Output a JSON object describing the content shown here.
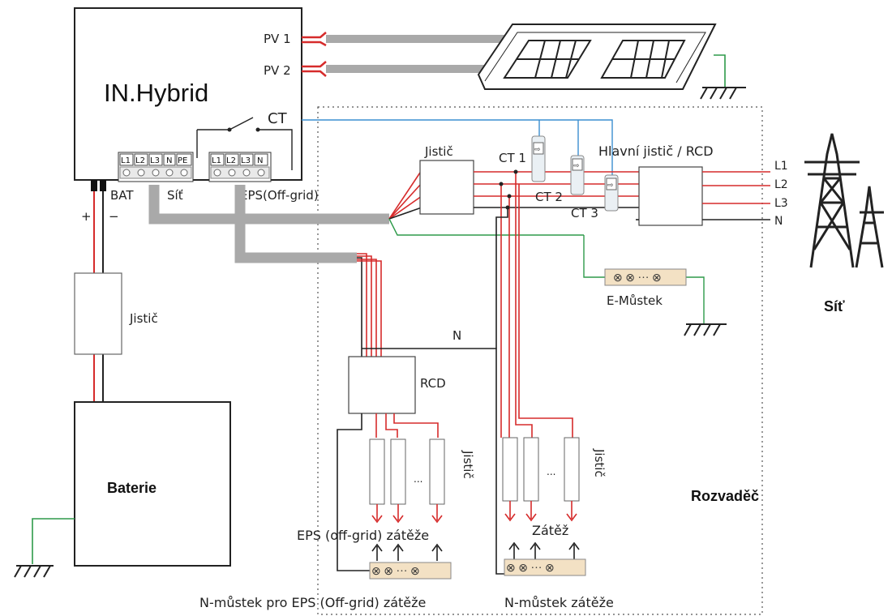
{
  "inverter": {
    "name": "IN.Hybrid",
    "pv1": "PV 1",
    "pv2": "PV 2",
    "ct": "CT",
    "terminals_grid": [
      "L1",
      "L2",
      "L3",
      "N",
      "PE"
    ],
    "terminals_eps": [
      "L1",
      "L2",
      "L3",
      "N"
    ],
    "bat_label": "BAT",
    "grid_label": "Síť",
    "eps_label": "EPS(Off-grid)",
    "plus": "+",
    "minus": "−"
  },
  "labels": {
    "breaker_top": "Jistič",
    "ct1": "CT 1",
    "ct2": "CT 2",
    "ct3": "CT 3",
    "main_breaker": "Hlavní jistič / RCD",
    "l1": "L1",
    "l2": "L2",
    "l3": "L3",
    "n": "N",
    "grid": "Síť",
    "e_bridge": "E-Můstek",
    "breaker_battery": "Jistič",
    "battery": "Baterie",
    "n_wire": "N",
    "rcd": "RCD",
    "breaker_eps": "Jistič",
    "breaker_loads": "Jistič",
    "dots": "...",
    "eps_loads": "EPS (off-grid) zátěže",
    "loads": "Zátěž",
    "distribution_board": "Rozvaděč",
    "n_bridge_eps": "N-můstek pro EPS (Off-grid) zátěže",
    "n_bridge_loads": "N-můstek zátěže",
    "bridge_symbols": "⊗ ⊗ ··· ⊗"
  },
  "colors": {
    "red": "#d62b2b",
    "green": "#2e9a4a",
    "blue": "#3b8fd0",
    "cable": "#a9a9a9",
    "black": "#222222",
    "bridge_fill": "#f3e1c4"
  }
}
